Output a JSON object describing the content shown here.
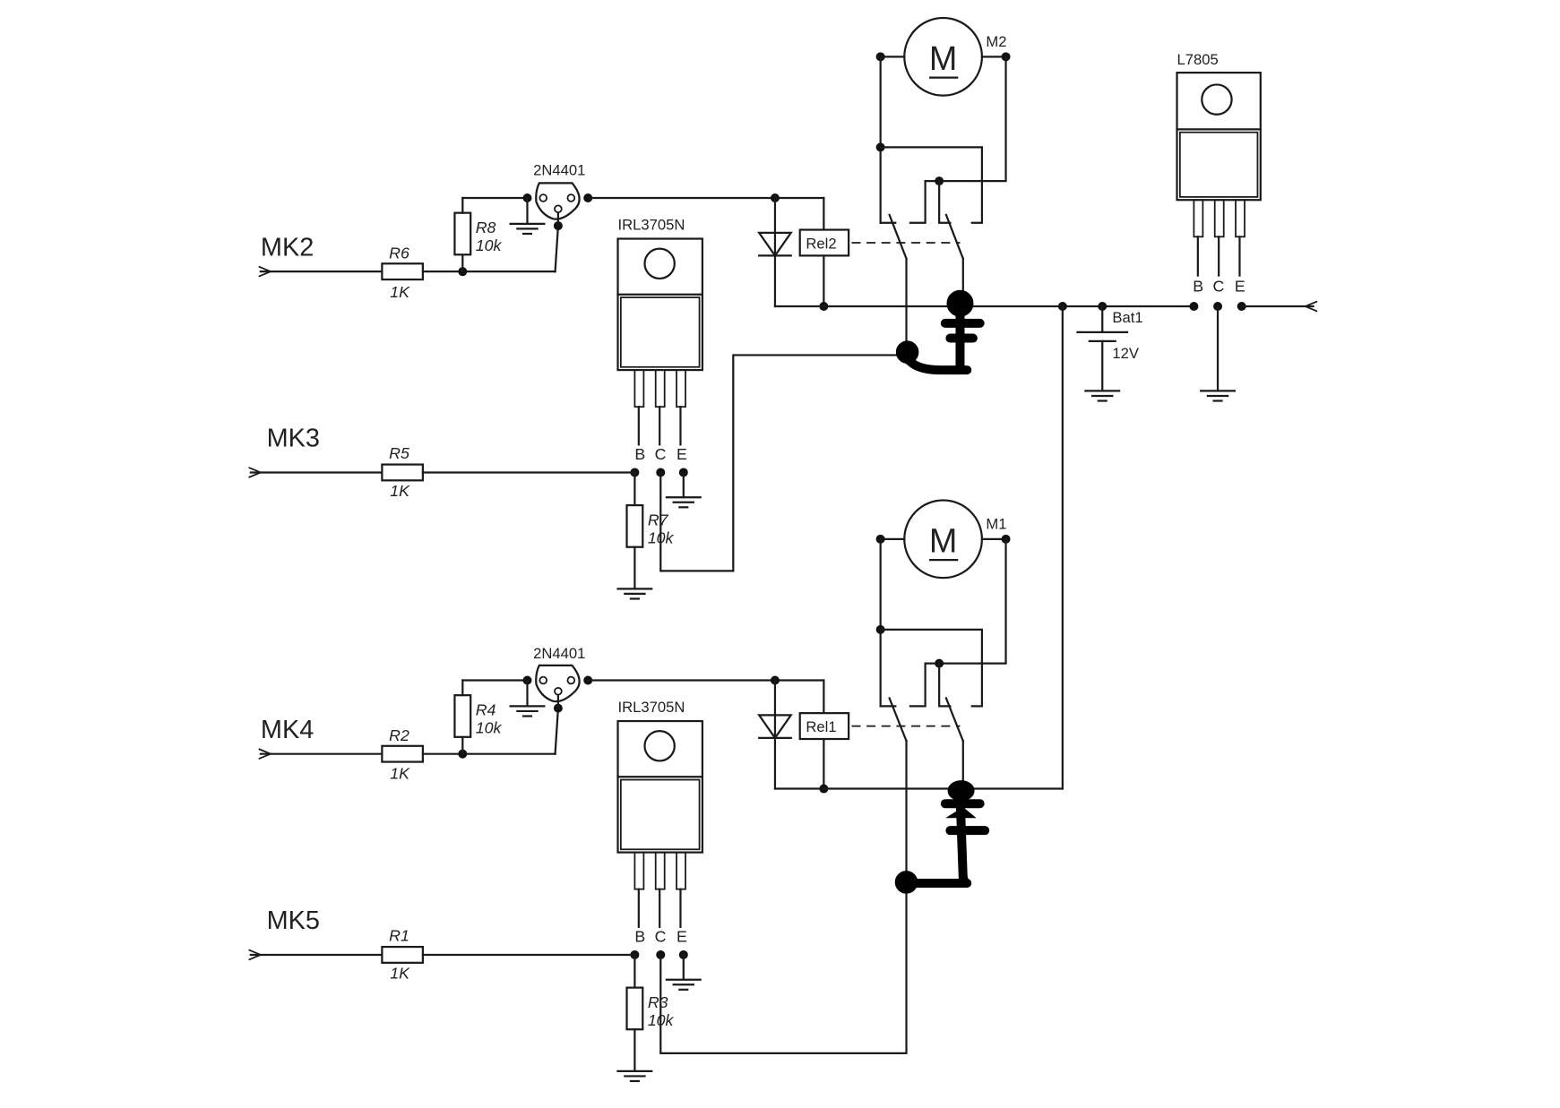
{
  "diagram": {
    "type": "electrical schematic",
    "inputs": [
      {
        "label": "MK2"
      },
      {
        "label": "MK3"
      },
      {
        "label": "MK4"
      },
      {
        "label": "MK5"
      }
    ],
    "resistors": [
      {
        "ref": "R6",
        "value": "1K"
      },
      {
        "ref": "R8",
        "value": "10k"
      },
      {
        "ref": "R5",
        "value": "1K"
      },
      {
        "ref": "R7",
        "value": "10k"
      },
      {
        "ref": "R2",
        "value": "1K"
      },
      {
        "ref": "R4",
        "value": "10k"
      },
      {
        "ref": "R1",
        "value": "1K"
      },
      {
        "ref": "R3",
        "value": "10k"
      }
    ],
    "transistors": [
      {
        "part": "2N4401"
      },
      {
        "part": "IRL3705N",
        "pins": [
          "B",
          "C",
          "E"
        ]
      },
      {
        "part": "2N4401"
      },
      {
        "part": "IRL3705N",
        "pins": [
          "B",
          "C",
          "E"
        ]
      }
    ],
    "relays": [
      {
        "ref": "Rel2"
      },
      {
        "ref": "Rel1"
      }
    ],
    "motors": [
      {
        "ref": "M2",
        "symbol": "M"
      },
      {
        "ref": "M1",
        "symbol": "M"
      }
    ],
    "regulator": {
      "part": "L7805",
      "pins": [
        "B",
        "C",
        "E"
      ]
    },
    "battery": {
      "ref": "Bat1",
      "value": "12V"
    }
  }
}
